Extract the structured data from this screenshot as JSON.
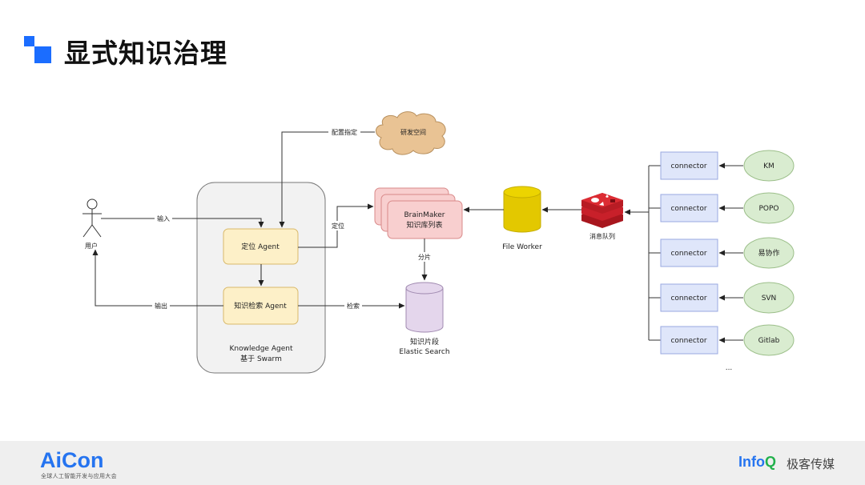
{
  "header": {
    "title": "显式知识治理",
    "accent_color": "#1b6dff"
  },
  "diagram": {
    "user": {
      "label": "用户",
      "icon": "stick-figure-icon"
    },
    "cloud": {
      "label": "研发空间",
      "color": "#e9c394"
    },
    "edges": {
      "config": "配置指定",
      "input": "输入",
      "output": "输出",
      "locate": "定位",
      "search": "检索",
      "shard": "分片"
    },
    "agent_container": {
      "line1": "Knowledge Agent",
      "line2": "基于 Swarm",
      "color": "#f2f2f2"
    },
    "locate_agent": {
      "label": "定位 Agent",
      "color": "#fdf0c8"
    },
    "search_agent": {
      "label": "知识检索 Agent",
      "color": "#fdf0c8"
    },
    "brainmaker": {
      "line1": "BrainMaker",
      "line2": "知识库列表",
      "color": "#f8cfcf"
    },
    "elastic": {
      "line1": "知识片段",
      "line2": "Elastic Search",
      "color": "#e4d6ec"
    },
    "file_worker": {
      "label": "File Worker",
      "color": "#e3c800"
    },
    "queue": {
      "label": "消息队列",
      "icon": "redis-icon",
      "color": "#c8202a"
    },
    "connectors": [
      {
        "label": "connector",
        "source": "KM"
      },
      {
        "label": "connector",
        "source": "POPO"
      },
      {
        "label": "connector",
        "source": "易协作"
      },
      {
        "label": "connector",
        "source": "SVN"
      },
      {
        "label": "connector",
        "source": "Gitlab"
      }
    ],
    "ellipsis": "...",
    "connector_color": "#dfe6fa",
    "source_color": "#d9ecd0"
  },
  "footer": {
    "left_logo": "AiCon",
    "left_sub": "全球人工智能开发与应用大会",
    "right_logo_a": "Info",
    "right_logo_b": "Q",
    "right_text": "极客传媒"
  }
}
